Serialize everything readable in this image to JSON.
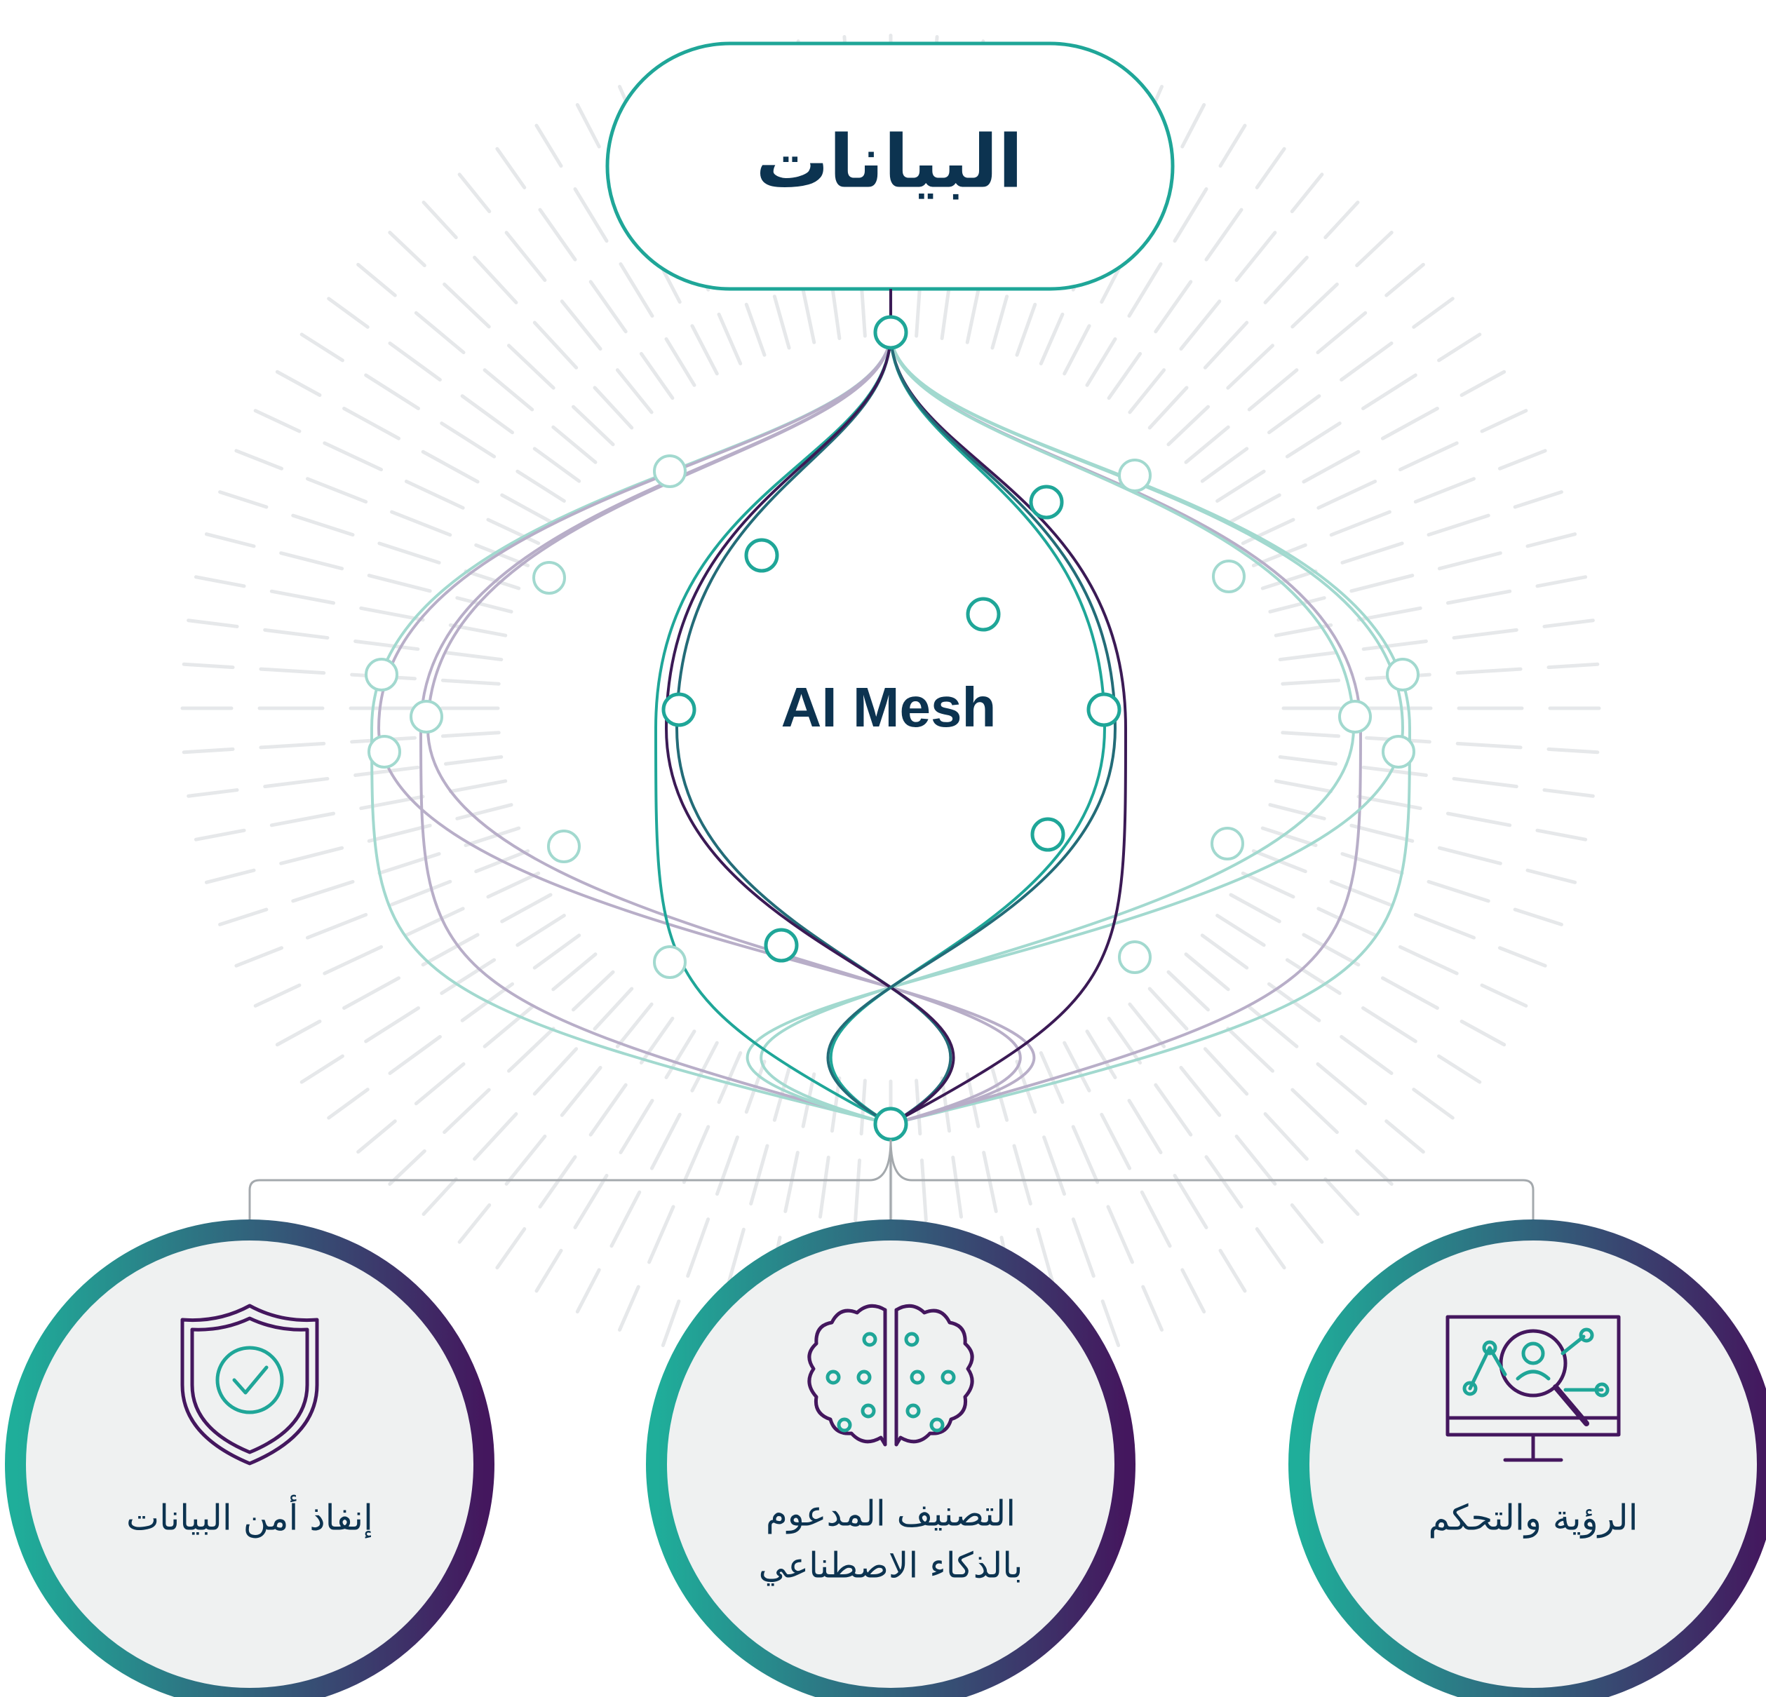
{
  "diagram": {
    "top_node": {
      "label": "البيانات"
    },
    "center_node": {
      "label": "AI Mesh"
    },
    "cards": [
      {
        "id": "security",
        "icon": "shield-check-icon",
        "lines": [
          "إنفاذ أمن البيانات"
        ]
      },
      {
        "id": "classification",
        "icon": "brain-circuit-icon",
        "lines": [
          "التصنيف المدعوم",
          "بالذكاء الاصطناعي"
        ]
      },
      {
        "id": "visibility",
        "icon": "monitor-magnifier-icon",
        "lines": [
          "الرؤية والتحكم"
        ]
      }
    ]
  },
  "colors": {
    "teal": "#1fa698",
    "teal_light": "#a2d9cf",
    "purple_dark": "#3b1a55",
    "purple_light": "#b8aec8",
    "navy_text": "#0c3350",
    "card_fill": "#eff1f1",
    "connector": "#a4a9ad",
    "rays": "#e6e8ea"
  }
}
